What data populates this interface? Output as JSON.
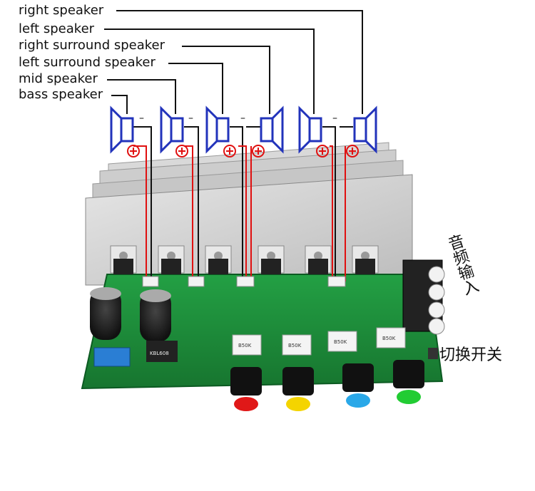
{
  "labels": {
    "right_speaker": "right speaker",
    "left_speaker": "left speaker",
    "right_surround_speaker": "right surround speaker",
    "left_surround_speaker": "left surround speaker",
    "mid_speaker": "mid speaker",
    "bass_speaker": "bass speaker"
  },
  "chinese_labels": {
    "audio_input": "音频输入",
    "switch": "切换开关"
  },
  "terminal_signs": {
    "minus": "–",
    "plus": "+"
  },
  "pcb_text": {
    "rectifier": "KBL608",
    "knob_marks": [
      "B50K",
      "B50K",
      "B50K",
      "B50K"
    ]
  },
  "colors": {
    "pcb": "#1e8f3a",
    "heatsink": "#cfcfcf",
    "speaker_blue": "#2233bb",
    "wire_red": "#e01010",
    "wire_black": "#111111",
    "knob_caps": [
      "#e01818",
      "#f4d400",
      "#2aa8e8",
      "#22cc33"
    ]
  }
}
